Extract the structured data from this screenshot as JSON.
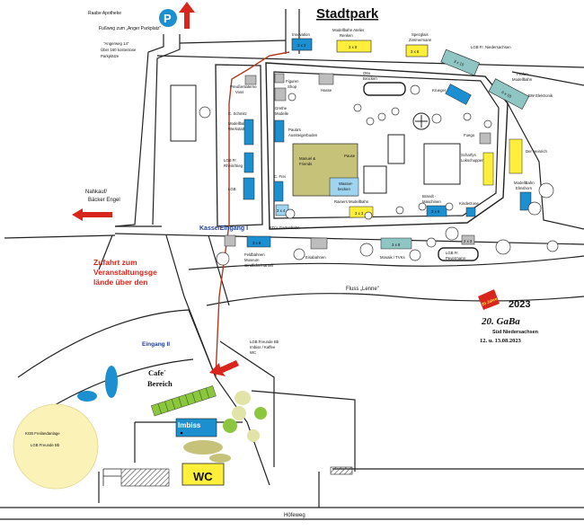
{
  "title": "Stadtpark",
  "top_labels": {
    "pharmacy": "Raabe Apotheke",
    "footpath": "Fußweg zum „Anger Parkplatz\"",
    "parking_info": [
      "\"Angerweg 14\"",
      "Über 160 kostenlose",
      "Parkplätze"
    ],
    "parking_letter": "P"
  },
  "left_labels": {
    "shop": [
      "Nahkauf/",
      "Bäcker Engel"
    ],
    "access": [
      "Zufahrt zum",
      "Veranstaltungsge",
      "lände über den"
    ]
  },
  "entrances": {
    "kasse": "Kasse/Eingang I",
    "eingang2": "Eingang II"
  },
  "river": "Fluss „Lenne\"",
  "street": "Höfeweg",
  "event": {
    "year": "2023",
    "name": "20. GaBa",
    "region": "Süd Niedersachsen",
    "dates": "12. u. 13.08.2023",
    "badge": "20 Jahre"
  },
  "stands": {
    "innovation": "Innovation",
    "modellbahn_atelier": [
      "Modellbahn Atelier",
      "Renken"
    ],
    "spessglais": [
      "Spezglais",
      "Zimmermann"
    ],
    "lgb_niedersachsen": "LGB Fr. Niedersachsen",
    "pruefen": [
      "Prüfen",
      "Modellbahn"
    ],
    "bw_elektronik": "BW Elektronik",
    "preussenlaterne": [
      "Preußenlaterne",
      "Voss"
    ],
    "figuren_shop": [
      "Figuren",
      "Shop"
    ],
    "hasse": "Hasse",
    "otto": [
      "Otto",
      "Brücken"
    ],
    "krueger": "Krueger",
    "c_schmitz": "C. Schmitz",
    "modellbahn_werkstatt": [
      "Modellbahn",
      "Werkstatt"
    ],
    "lgb_rhein_sieg": [
      "LGB Fr.",
      "Rhein/Sieg"
    ],
    "lgb": "LGB",
    "grethe": [
      "Grethe",
      "Modelle"
    ],
    "paulas": [
      "Paula's",
      "Aussteigerbuden"
    ],
    "manuel": [
      "Manuel &",
      "Friends"
    ],
    "pause": "Pause",
    "wasser": [
      "Wasser-",
      "becken"
    ],
    "c_frei": "C. Frei",
    "rainers": "Rainers Modellbahn",
    "brandt": [
      "Brandt -",
      "Maschinen"
    ],
    "kinderzone": "Kinderzone",
    "schlafwagen": [
      "Scharfys",
      "Lokschuppen"
    ],
    "fuego": "Fuego",
    "der_heinrich": "Der Heinrich",
    "modellbahn_elmshorn": [
      "ModellBahn",
      "Elmshorn"
    ],
    "eds_gartenbahn": "ED´s Gartenbahn",
    "feldbahnen": [
      "Feldbahnen",
      "Museum",
      "Gindlicke/Hamelf"
    ],
    "eisenbahn": "Eisabahnen",
    "mosaik": "Mosaik / TVKs",
    "lgb_peyermann": [
      "LGB Fr.",
      "Peyermann"
    ],
    "lgb_freunde": [
      "LGB Freunde Bb",
      "Imbiss / Kaffee",
      "WC"
    ],
    "cafe": [
      "Cafe´",
      "Bereich"
    ],
    "imbiss": "Imbiss",
    "wc": "WC",
    "kinderzone_circle": [
      "KGB Freilandanlage",
      "LGB Freunde Bb"
    ]
  },
  "sizes": {
    "s3x3": "3 x 3",
    "s3x6": "3 x 6",
    "s3x9": "3 x 9",
    "s3x10": "3 x 10",
    "s3x4": "3 x 4",
    "s3x8": "3 x 8",
    "s6x10": "6 x 10",
    "s2x3": "2 x 3"
  },
  "colors": {
    "yellow": "#ffef3a",
    "blue": "#1c8fd1",
    "teal": "#8fc6c4",
    "khaki": "#c7c27a",
    "light_blue": "#9fd4f0",
    "green": "#8cc63f",
    "grey": "#bdbdbd",
    "red": "#d9261c",
    "road_blue": "#1f3e9a"
  }
}
